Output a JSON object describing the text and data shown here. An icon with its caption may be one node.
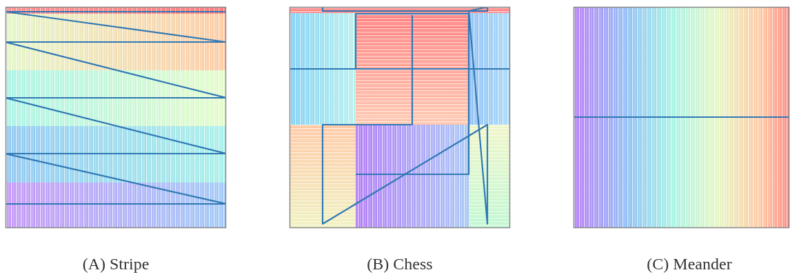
{
  "diagram": {
    "labels": [
      "(A) Stripe",
      "(B) Chess",
      "(C) Meander"
    ]
  }
}
